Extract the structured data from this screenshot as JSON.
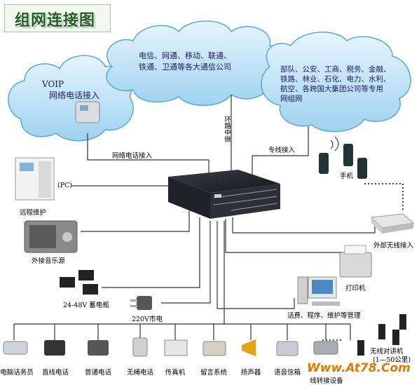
{
  "title": "组网连接图",
  "clouds": {
    "center": {
      "line1": "电信、网通、移动、联通、",
      "line2": "铁通、卫通等各大通信公司"
    },
    "left": {
      "line1": "VOIP",
      "line2": "网络电话接入"
    },
    "right": {
      "line1": "部队、公安、工商、税务、金融、",
      "line2": "铁路、林业、石化、电力、水利、",
      "line3": "航空、各跨国大集团公司等专用",
      "line4": "网组网"
    }
  },
  "links": {
    "voip_link": "网络电话接入",
    "relay_link": "环路中继",
    "private_link": "专线接入",
    "pc_tag": "(PC)"
  },
  "devices": {
    "remote": "远程维护",
    "music": "外接音乐源",
    "battery": "24-48V  蓄电瓶",
    "power": "220V市电",
    "mobile": "手机",
    "wireless": "外部无线接入",
    "printer": "打印机",
    "pc_mgmt": "话费、程序、维护等管理",
    "radio": "无线对讲机",
    "radio_count": "(1—50公里)"
  },
  "bottom": [
    "电脑话务员",
    "直线电话",
    "普通电话",
    "无绳电话",
    "传真机",
    "留言系统",
    "扬声器",
    "语音信箱",
    "线转接设备"
  ],
  "watermark": "Www.At78.Com",
  "colors": {
    "cloud": "#bfe3f6",
    "cloud_edge": "#5aa8d6",
    "line": "#333333",
    "wireless_dots": "#444444",
    "watermark": "#e07b00",
    "title_green": "#1f5d23"
  }
}
